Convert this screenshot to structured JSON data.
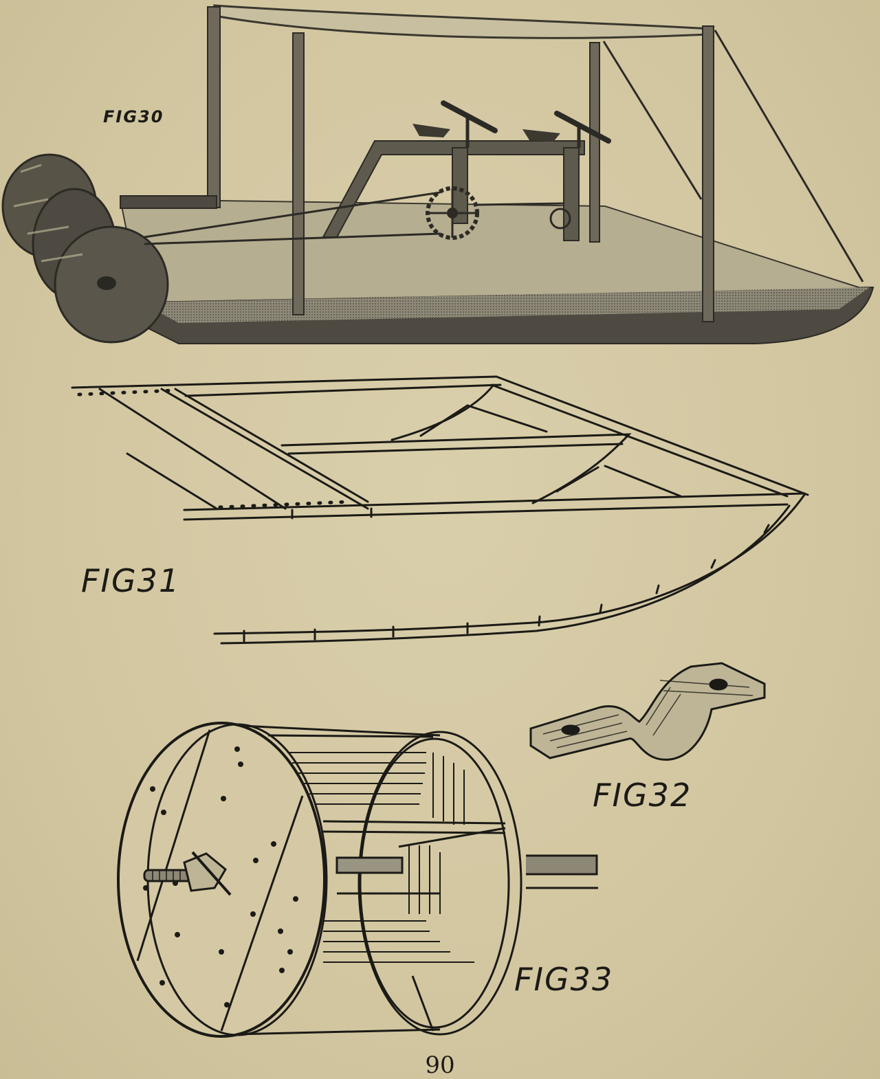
{
  "figures": [
    {
      "id": "fig30",
      "label": "FIG30"
    },
    {
      "id": "fig31",
      "label": "FIG31"
    },
    {
      "id": "fig32",
      "label": "FIG32"
    },
    {
      "id": "fig33",
      "label": "FIG33"
    }
  ],
  "page_number": "90",
  "colors": {
    "paper": "#d4c9a4",
    "ink": "#1b1a16",
    "halftone_dark": "#4a463e",
    "halftone_mid": "#8d8775",
    "halftone_light": "#bcb496"
  }
}
